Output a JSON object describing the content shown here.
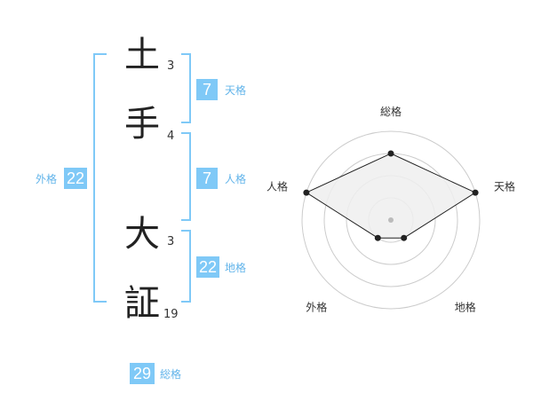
{
  "name": {
    "characters": [
      {
        "char": "土",
        "strokes": "3"
      },
      {
        "char": "手",
        "strokes": "4"
      },
      {
        "char": "大",
        "strokes": "3"
      },
      {
        "char": "証",
        "strokes": "19"
      }
    ]
  },
  "fortunes": {
    "tenkaku": {
      "label": "天格",
      "value": "7"
    },
    "jinkaku": {
      "label": "人格",
      "value": "7"
    },
    "chikaku": {
      "label": "地格",
      "value": "22"
    },
    "gaikaku": {
      "label": "外格",
      "value": "22"
    },
    "soukaku": {
      "label": "総格",
      "value": "29"
    }
  },
  "chart_data": {
    "type": "radar",
    "axes": [
      "総格",
      "天格",
      "地格",
      "外格",
      "人格"
    ],
    "values": [
      3,
      4,
      1,
      1,
      4
    ],
    "max": 4,
    "rings": 4,
    "colors": {
      "ring": "#cccccc",
      "fill": "#eeeeee",
      "line": "#222222",
      "point": "#222222",
      "center": "#bbbbbb"
    }
  },
  "colors": {
    "accent": "#7fc9f7",
    "accent_text": "#62b4ea",
    "bracket": "#7fc9f7"
  }
}
